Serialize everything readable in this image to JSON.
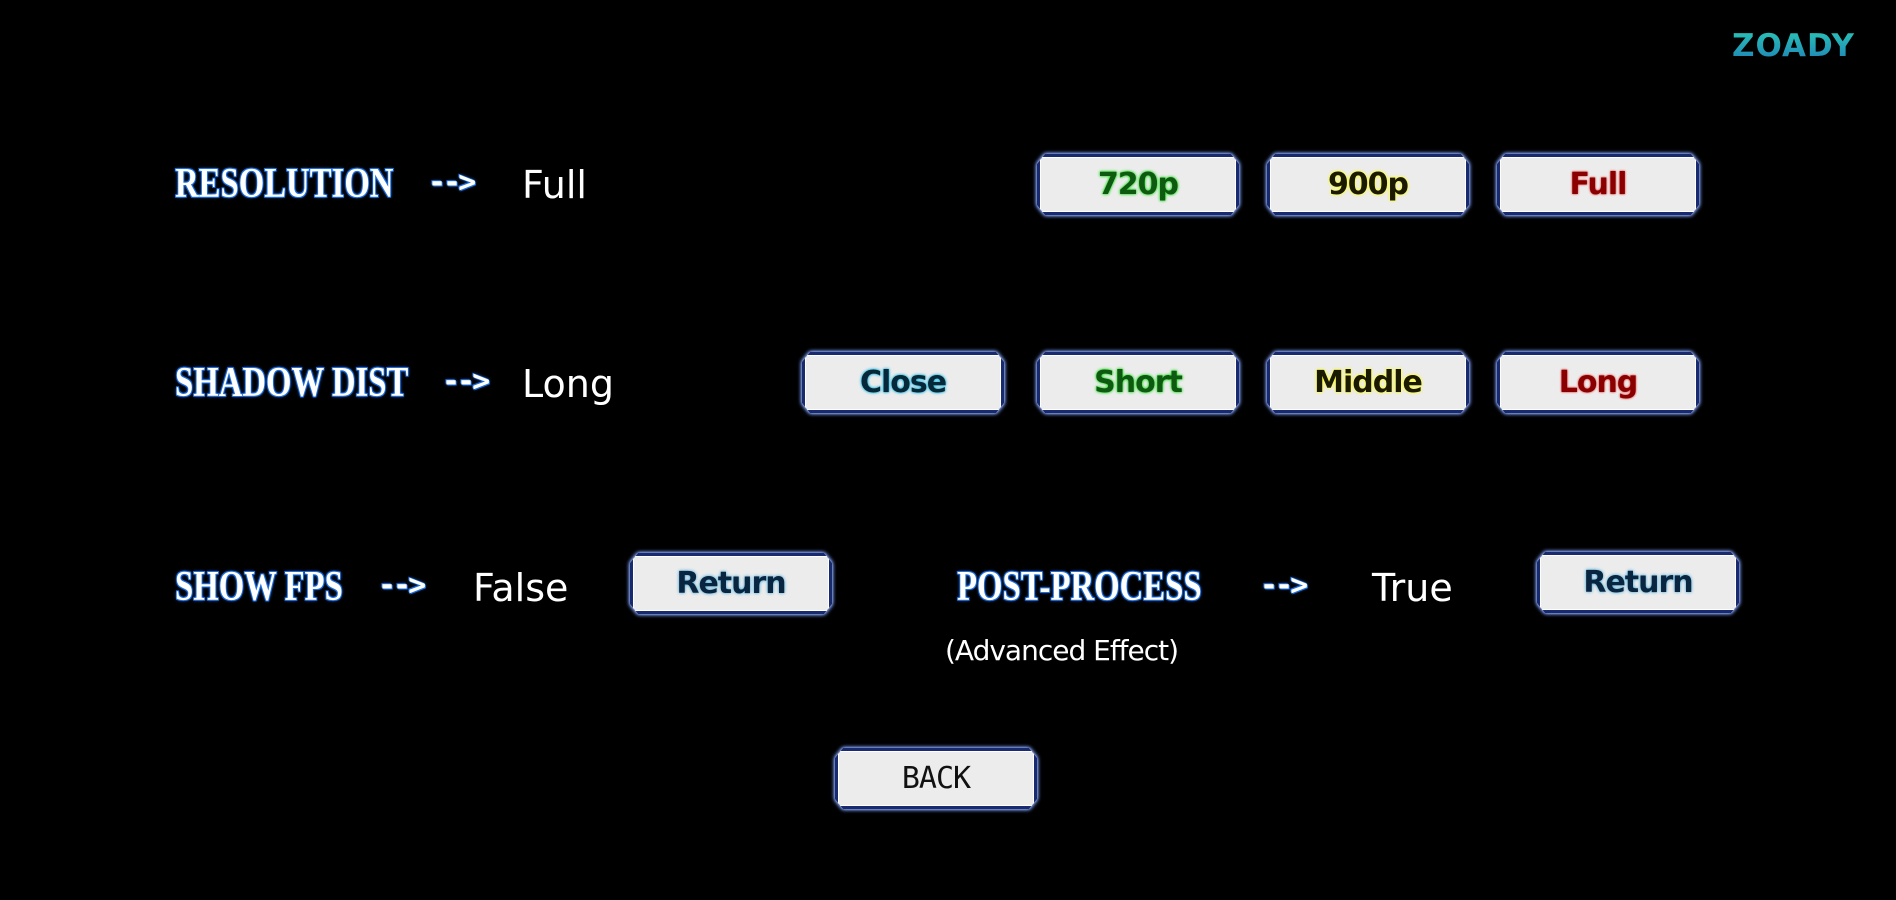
{
  "logo": "ZOADY",
  "resolution": {
    "label": "RESOLUTION",
    "arrow": "-->",
    "value": "Full",
    "options": [
      {
        "label": "720p",
        "color": "#2ee02e"
      },
      {
        "label": "900p",
        "color": "#ffff30"
      },
      {
        "label": "Full",
        "color": "#e01010"
      }
    ]
  },
  "shadow": {
    "label": "SHADOW DIST",
    "arrow": "-->",
    "value": "Long",
    "options": [
      {
        "label": "Close",
        "color": "#20b8e0"
      },
      {
        "label": "Short",
        "color": "#2ee02e"
      },
      {
        "label": "Middle",
        "color": "#ffff30"
      },
      {
        "label": "Long",
        "color": "#e01010"
      }
    ]
  },
  "fps": {
    "label": "SHOW FPS",
    "arrow": "-->",
    "value": "False",
    "button": "Return"
  },
  "postprocess": {
    "label": "POST-PROCESS",
    "arrow": "-->",
    "value": "True",
    "sublabel": "(Advanced Effect)",
    "button": "Return"
  },
  "back_button": "BACK"
}
